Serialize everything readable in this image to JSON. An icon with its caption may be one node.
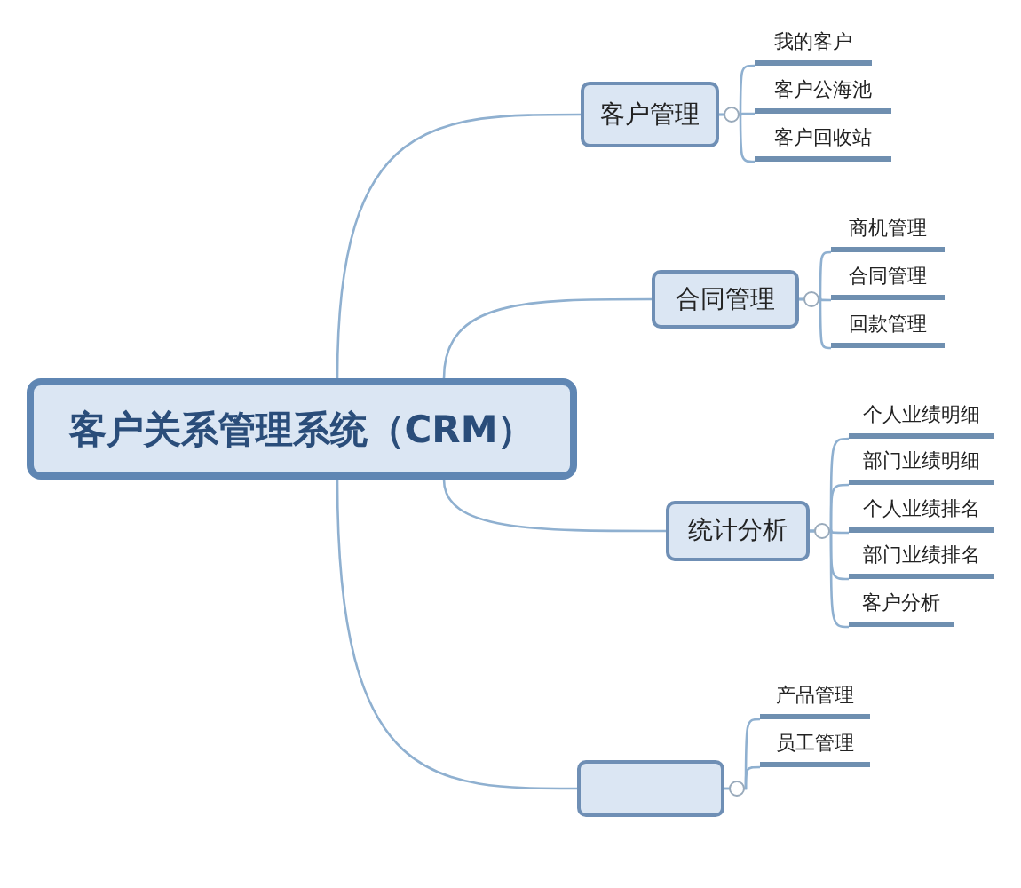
{
  "diagram": {
    "nodes": [
      {
        "text": [
          "客户关系管理系统（CRM）"
        ]
      },
      {
        "text": [
          "客户管理"
        ]
      },
      {
        "text": [
          "我的客户"
        ]
      },
      {
        "text": [
          "客户公海池"
        ]
      },
      {
        "text": [
          "客户回收站"
        ]
      },
      {
        "text": [
          "合同管理"
        ]
      },
      {
        "text": [
          "商机管理"
        ]
      },
      {
        "text": [
          "合同管理"
        ]
      },
      {
        "text": [
          "回款管理"
        ]
      },
      {
        "text": [
          "统计分析"
        ]
      },
      {
        "text": [
          "个人业绩明细"
        ]
      },
      {
        "text": [
          "部门业绩明细"
        ]
      },
      {
        "text": [
          "个人业绩排名"
        ]
      },
      {
        "text": [
          "部门业绩排名"
        ]
      },
      {
        "text": [
          "客户分析"
        ]
      },
      {
        "text": [],
        "shape": "box"
      },
      {
        "text": [
          "产品管理"
        ]
      },
      {
        "text": [
          "员工管理"
        ]
      }
    ],
    "edges": [
      {
        "from": 0,
        "to": 1,
        "arrow": "none"
      },
      {
        "from": 0,
        "to": 5,
        "arrow": "none"
      },
      {
        "from": 0,
        "to": 9,
        "arrow": "none"
      },
      {
        "from": 0,
        "to": 15,
        "arrow": "none"
      },
      {
        "from": 1,
        "to": 2,
        "arrow": "none"
      },
      {
        "from": 1,
        "to": 3,
        "arrow": "none"
      },
      {
        "from": 1,
        "to": 4,
        "arrow": "none"
      },
      {
        "from": 5,
        "to": 6,
        "arrow": "none"
      },
      {
        "from": 5,
        "to": 7,
        "arrow": "none"
      },
      {
        "from": 5,
        "to": 8,
        "arrow": "none"
      },
      {
        "from": 9,
        "to": 10,
        "arrow": "none"
      },
      {
        "from": 9,
        "to": 11,
        "arrow": "none"
      },
      {
        "from": 9,
        "to": 12,
        "arrow": "none"
      },
      {
        "from": 9,
        "to": 13,
        "arrow": "none"
      },
      {
        "from": 9,
        "to": 14,
        "arrow": "none"
      },
      {
        "from": 15,
        "to": 16,
        "arrow": "none"
      },
      {
        "from": 15,
        "to": 17,
        "arrow": "none"
      }
    ]
  }
}
